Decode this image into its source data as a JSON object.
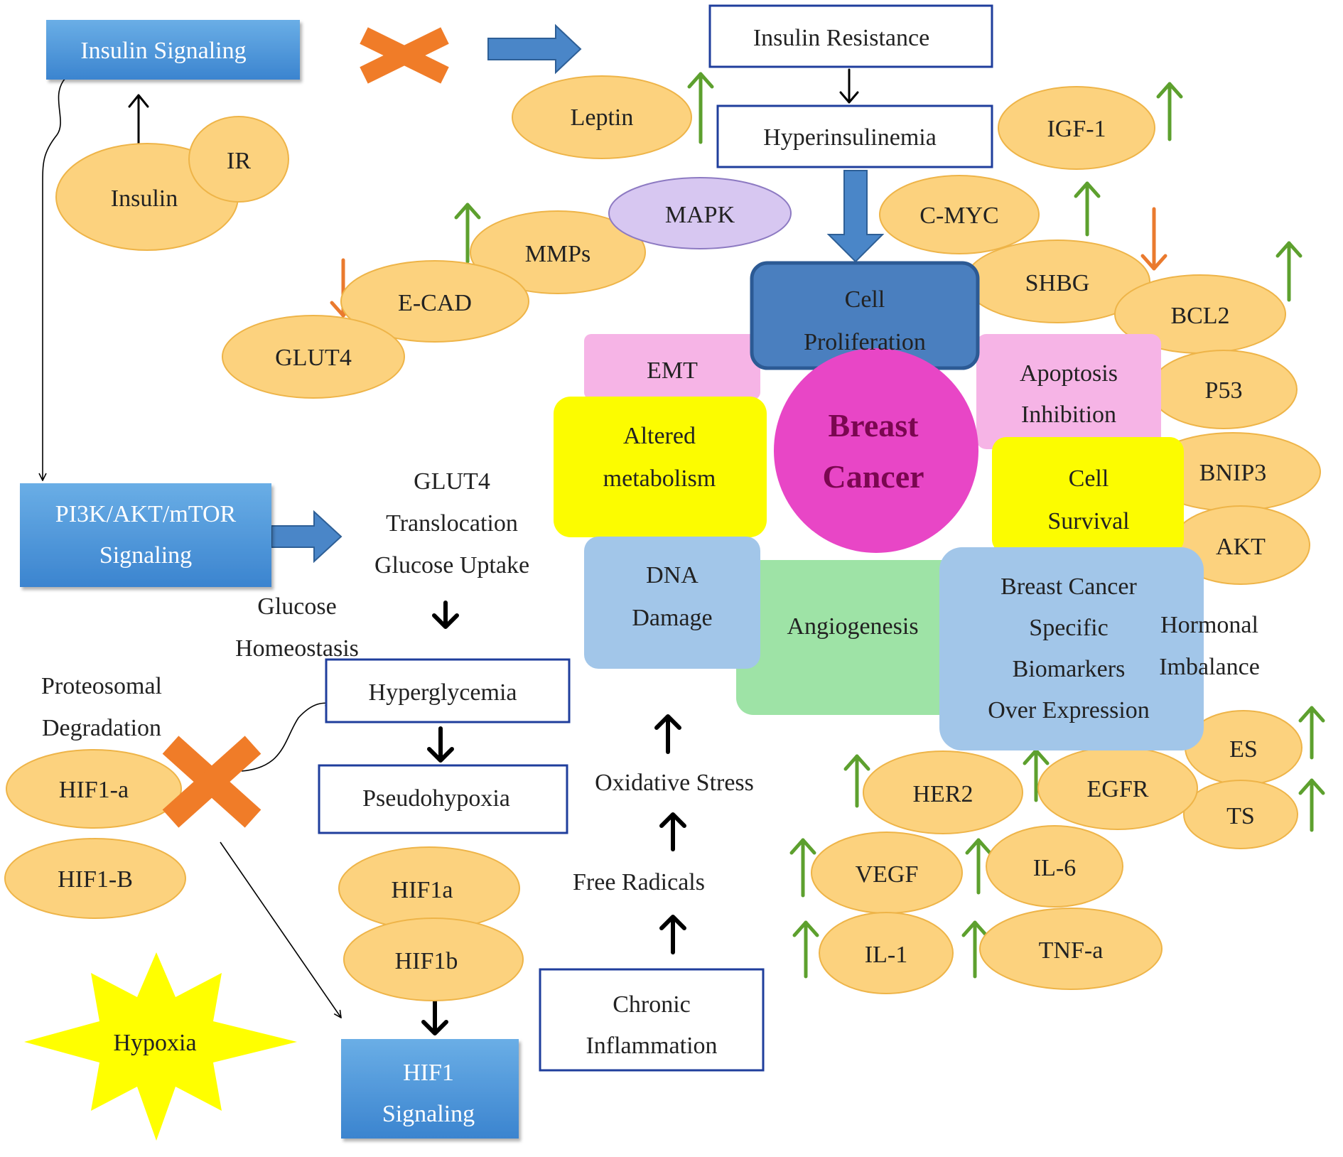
{
  "colors": {
    "ellipse_fill": "#fcd27e",
    "ellipse_stroke": "#eeb448",
    "blue_box_top": "#6aaee6",
    "blue_box_bottom": "#3b84cf",
    "cell_prolif_fill": "#4a7fbf",
    "cell_prolif_stroke": "#2c5a94",
    "pink_box": "#f6b4e6",
    "yellow_box": "#fcfc00",
    "light_blue_box": "#a2c6e9",
    "green_box": "#9ee3a6",
    "breast_cancer_circle": "#e846c6",
    "breast_cancer_text": "#7a0750",
    "mapk_fill": "#d7c7f1",
    "mapk_stroke": "#8d7ac2",
    "outline_box_stroke": "#1f3e9c",
    "up_arrow": "#5da02e",
    "down_arrow": "#ea7a2e",
    "x_mark": "#f07c28",
    "hypoxia_star": "#ffff00"
  },
  "pathway_boxes": {
    "insulin_signaling": "Insulin Signaling",
    "pi3k": [
      "PI3K/AKT/mTOR",
      "Signaling"
    ],
    "hif1_signaling": [
      "HIF1",
      "Signaling"
    ]
  },
  "outline_boxes": {
    "insulin_resistance": "Insulin Resistance",
    "hyperinsulinemia": "Hyperinsulinemia",
    "hyperglycemia": "Hyperglycemia",
    "pseudohypoxia": "Pseudohypoxia",
    "chronic_inflammation": [
      "Chronic",
      "Inflammation"
    ]
  },
  "molecules": {
    "leptin": "Leptin",
    "insulin": "Insulin",
    "ir": "IR",
    "igf1": "IGF-1",
    "c_myc": "C-MYC",
    "mapk": "MAPK",
    "mmps": "MMPs",
    "e_cad": "E-CAD",
    "glut4": "GLUT4",
    "shbg": "SHBG",
    "bcl2": "BCL2",
    "p53": "P53",
    "bnip3": "BNIP3",
    "akt": "AKT",
    "es": "ES",
    "ts": "TS",
    "her2": "HER2",
    "egfr": "EGFR",
    "vegf": "VEGF",
    "il6": "IL-6",
    "il1": "IL-1",
    "tnfa": "TNF-a",
    "hif1a_left": "HIF1-a",
    "hif1b_left": "HIF1-B",
    "hif1a": "HIF1a",
    "hif1b": "HIF1b"
  },
  "hallmarks": {
    "cell_proliferation": [
      "Cell",
      "Proliferation"
    ],
    "emt": "EMT",
    "altered_metabolism": [
      "Altered",
      "metabolism"
    ],
    "breast_cancer": [
      "Breast",
      "Cancer"
    ],
    "apoptosis_inhibition": [
      "Apoptosis",
      "Inhibition"
    ],
    "cell_survival": [
      "Cell",
      "Survival"
    ],
    "dna_damage": [
      "DNA",
      "Damage"
    ],
    "angiogenesis": "Angiogenesis",
    "biomarkers": [
      "Breast Cancer",
      "Specific",
      "Biomarkers",
      "Over Expression"
    ]
  },
  "labels": {
    "glut4_translocation": [
      "GLUT4",
      "Translocation",
      "Glucose Uptake"
    ],
    "glucose_homeostasis": [
      "Glucose",
      "Homeostasis"
    ],
    "proteosomal_degradation": [
      "Proteosomal",
      "Degradation"
    ],
    "oxidative_stress": "Oxidative Stress",
    "free_radicals": "Free Radicals",
    "hormonal_imbalance": [
      "Hormonal",
      "Imbalance"
    ],
    "hypoxia": "Hypoxia"
  }
}
